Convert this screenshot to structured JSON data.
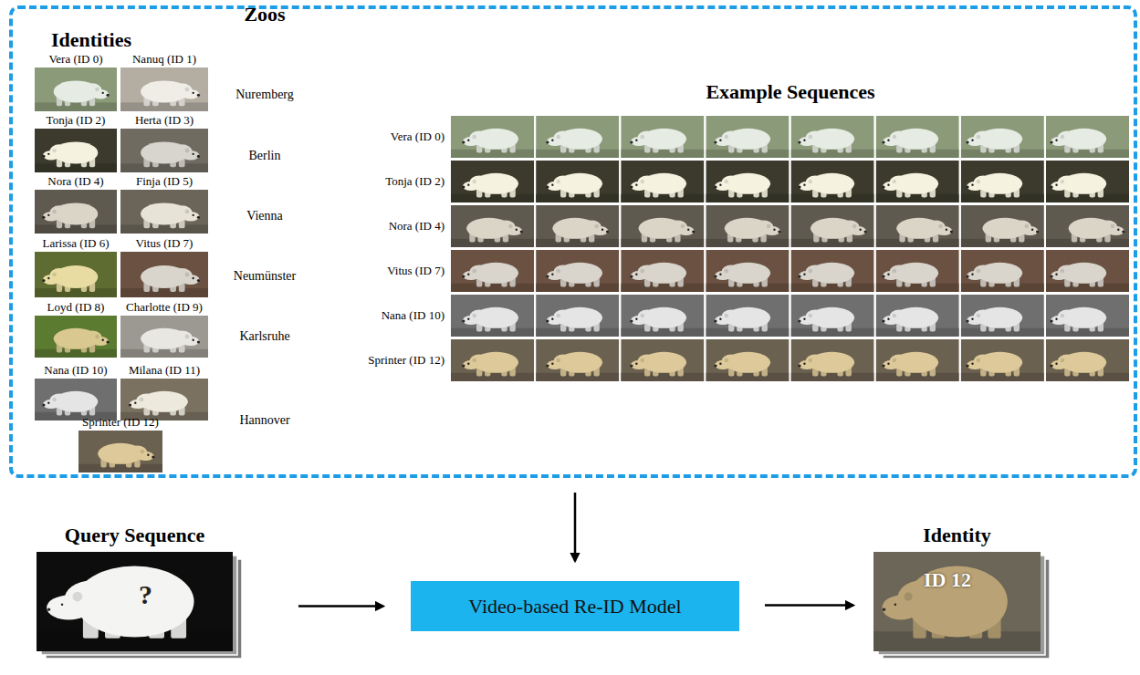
{
  "diagram": {
    "nodes": [
      {
        "text": [
          "Identities",
          "Zoos",
          "Example Sequences"
        ]
      },
      {
        "text": [
          "Vera (ID 0)"
        ],
        "in": 0
      },
      {
        "text": [
          "Nanuq (ID 1)"
        ],
        "in": 0
      },
      {
        "text": [
          "Tonja (ID 2)"
        ],
        "in": 0
      },
      {
        "text": [
          "Herta (ID 3)"
        ],
        "in": 0
      },
      {
        "text": [
          "Nora (ID 4)"
        ],
        "in": 0
      },
      {
        "text": [
          "Finja (ID 5)"
        ],
        "in": 0
      },
      {
        "text": [
          "Larissa (ID 6)"
        ],
        "in": 0
      },
      {
        "text": [
          "Vitus (ID 7)"
        ],
        "in": 0
      },
      {
        "text": [
          "Loyd (ID 8)"
        ],
        "in": 0
      },
      {
        "text": [
          "Charlotte (ID 9)"
        ],
        "in": 0
      },
      {
        "text": [
          "Nana (ID 10)"
        ],
        "in": 0
      },
      {
        "text": [
          "Milana (ID 11)"
        ],
        "in": 0
      },
      {
        "text": [
          "Sprinter (ID 12)"
        ],
        "in": 0
      },
      {
        "text": [
          "Vera (ID 0)"
        ],
        "in": 0
      },
      {
        "text": [
          "Tonja (ID 2)"
        ],
        "in": 0
      },
      {
        "text": [
          "Nora (ID 4)"
        ],
        "in": 0
      },
      {
        "text": [
          "Vitus (ID 7)"
        ],
        "in": 0
      },
      {
        "text": [
          "Nana (ID 10)"
        ],
        "in": 0
      },
      {
        "text": [
          "Sprinter (ID 12)"
        ],
        "in": 0
      },
      {
        "text": [
          "Query Sequence",
          "?"
        ]
      },
      {
        "text": [
          "Video-based Re-ID Model"
        ]
      },
      {
        "text": [
          "Identity",
          "ID 12"
        ]
      }
    ],
    "edges": [
      {
        "from": 0,
        "to": 21,
        "arrow": "to"
      },
      {
        "from": 20,
        "to": 21,
        "arrow": "to"
      },
      {
        "from": 21,
        "to": 22,
        "arrow": "to"
      }
    ],
    "labels": [
      "Nuremberg",
      "Berlin",
      "Vienna",
      "Neumünster",
      "Karlsruhe",
      "Hannover"
    ]
  }
}
